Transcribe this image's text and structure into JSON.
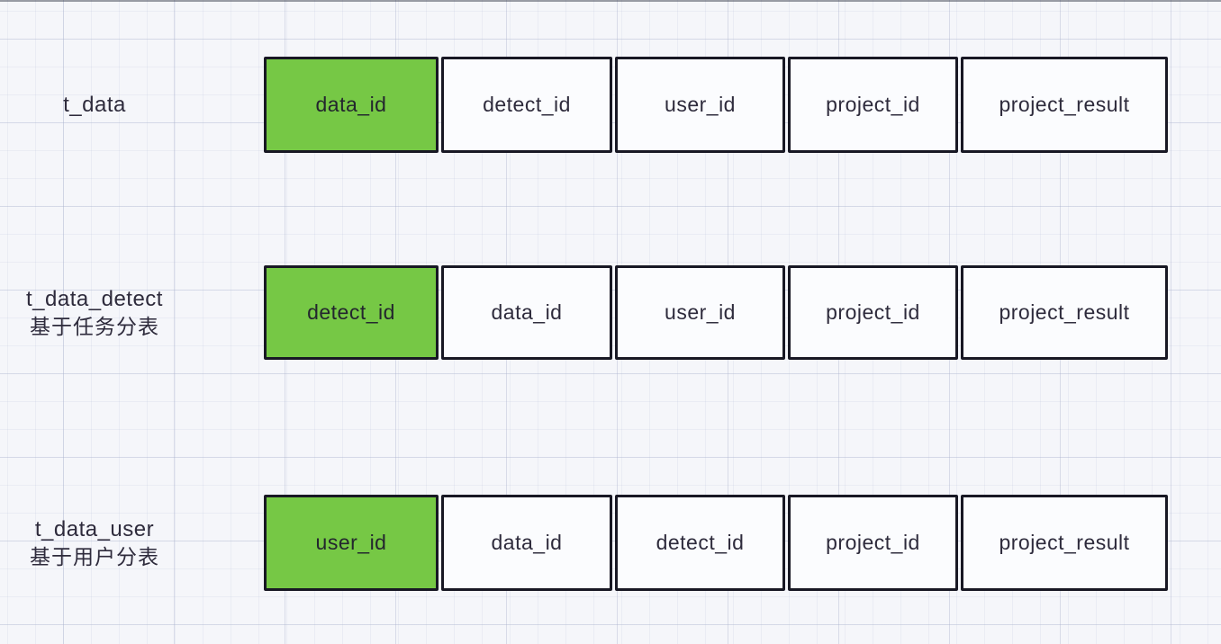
{
  "colors": {
    "green": "#76c845",
    "border": "#181824",
    "text": "#2e2b3c",
    "cell_bg": "#fbfcfe",
    "page_bg": "#f5f6fa"
  },
  "rows": [
    {
      "label": "t_data",
      "sublabel": "",
      "cells": [
        "data_id",
        "detect_id",
        "user_id",
        "project_id",
        "project_result"
      ]
    },
    {
      "label": "t_data_detect",
      "sublabel": "基于任务分表",
      "cells": [
        "detect_id",
        "data_id",
        "user_id",
        "project_id",
        "project_result"
      ]
    },
    {
      "label": "t_data_user",
      "sublabel": "基于用户分表",
      "cells": [
        "user_id",
        "data_id",
        "detect_id",
        "project_id",
        "project_result"
      ]
    }
  ]
}
